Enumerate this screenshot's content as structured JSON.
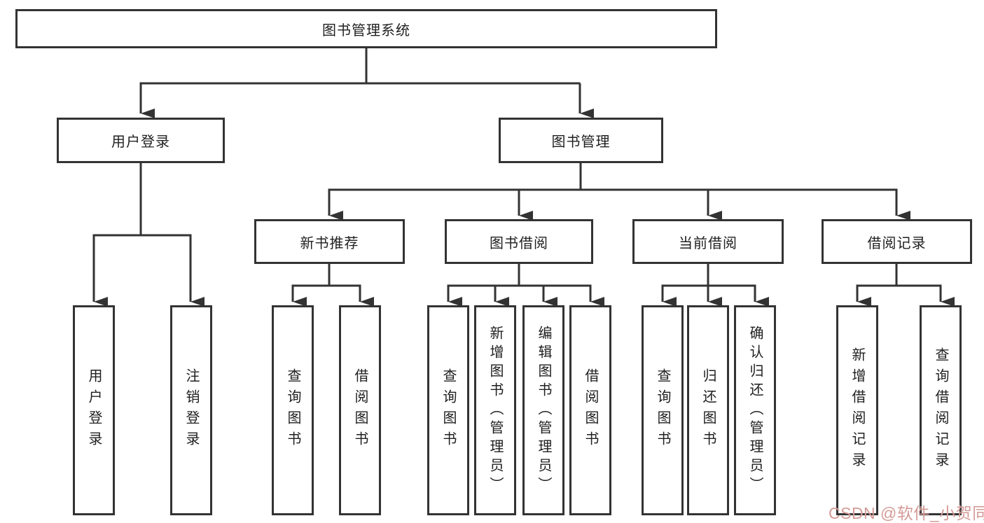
{
  "diagram": {
    "type": "hierarchy-tree",
    "title": "图书管理系统",
    "watermark": "CSDN @软件_小贺同学",
    "colors": {
      "line": "#333333",
      "box_border": "#333333",
      "box_background": "#ffffff",
      "text": "#1f1f1f",
      "watermark": "#d49b97"
    },
    "nodes": {
      "root": {
        "label": "图书管理系统"
      },
      "user_login": {
        "label": "用户登录"
      },
      "book_mgmt": {
        "label": "图书管理"
      },
      "ul_login": {
        "label": "用户登录"
      },
      "ul_logout": {
        "label": "注销登录"
      },
      "new_book": {
        "label": "新书推荐"
      },
      "book_borrow": {
        "label": "图书借阅"
      },
      "current_borrow": {
        "label": "当前借阅"
      },
      "borrow_record": {
        "label": "借阅记录"
      },
      "nb_query": {
        "label": "查询图书"
      },
      "nb_borrow": {
        "label": "借阅图书"
      },
      "bb_query": {
        "label": "查询图书"
      },
      "bb_add": {
        "label": "新增图书（管理员）"
      },
      "bb_edit": {
        "label": "编辑图书（管理员）"
      },
      "bb_borrow": {
        "label": "借阅图书"
      },
      "cb_query": {
        "label": "查询图书"
      },
      "cb_return": {
        "label": "归还图书"
      },
      "cb_confirm": {
        "label": "确认归还（管理员）"
      },
      "br_add": {
        "label": "新增借阅记录"
      },
      "br_query": {
        "label": "查询借阅记录"
      }
    },
    "hierarchy": {
      "图书管理系统": {
        "用户登录": [
          "用户登录",
          "注销登录"
        ],
        "图书管理": {
          "新书推荐": [
            "查询图书",
            "借阅图书"
          ],
          "图书借阅": [
            "查询图书",
            "新增图书（管理员）",
            "编辑图书（管理员）",
            "借阅图书"
          ],
          "当前借阅": [
            "查询图书",
            "归还图书",
            "确认归还（管理员）"
          ],
          "借阅记录": [
            "新增借阅记录",
            "查询借阅记录"
          ]
        }
      }
    }
  }
}
